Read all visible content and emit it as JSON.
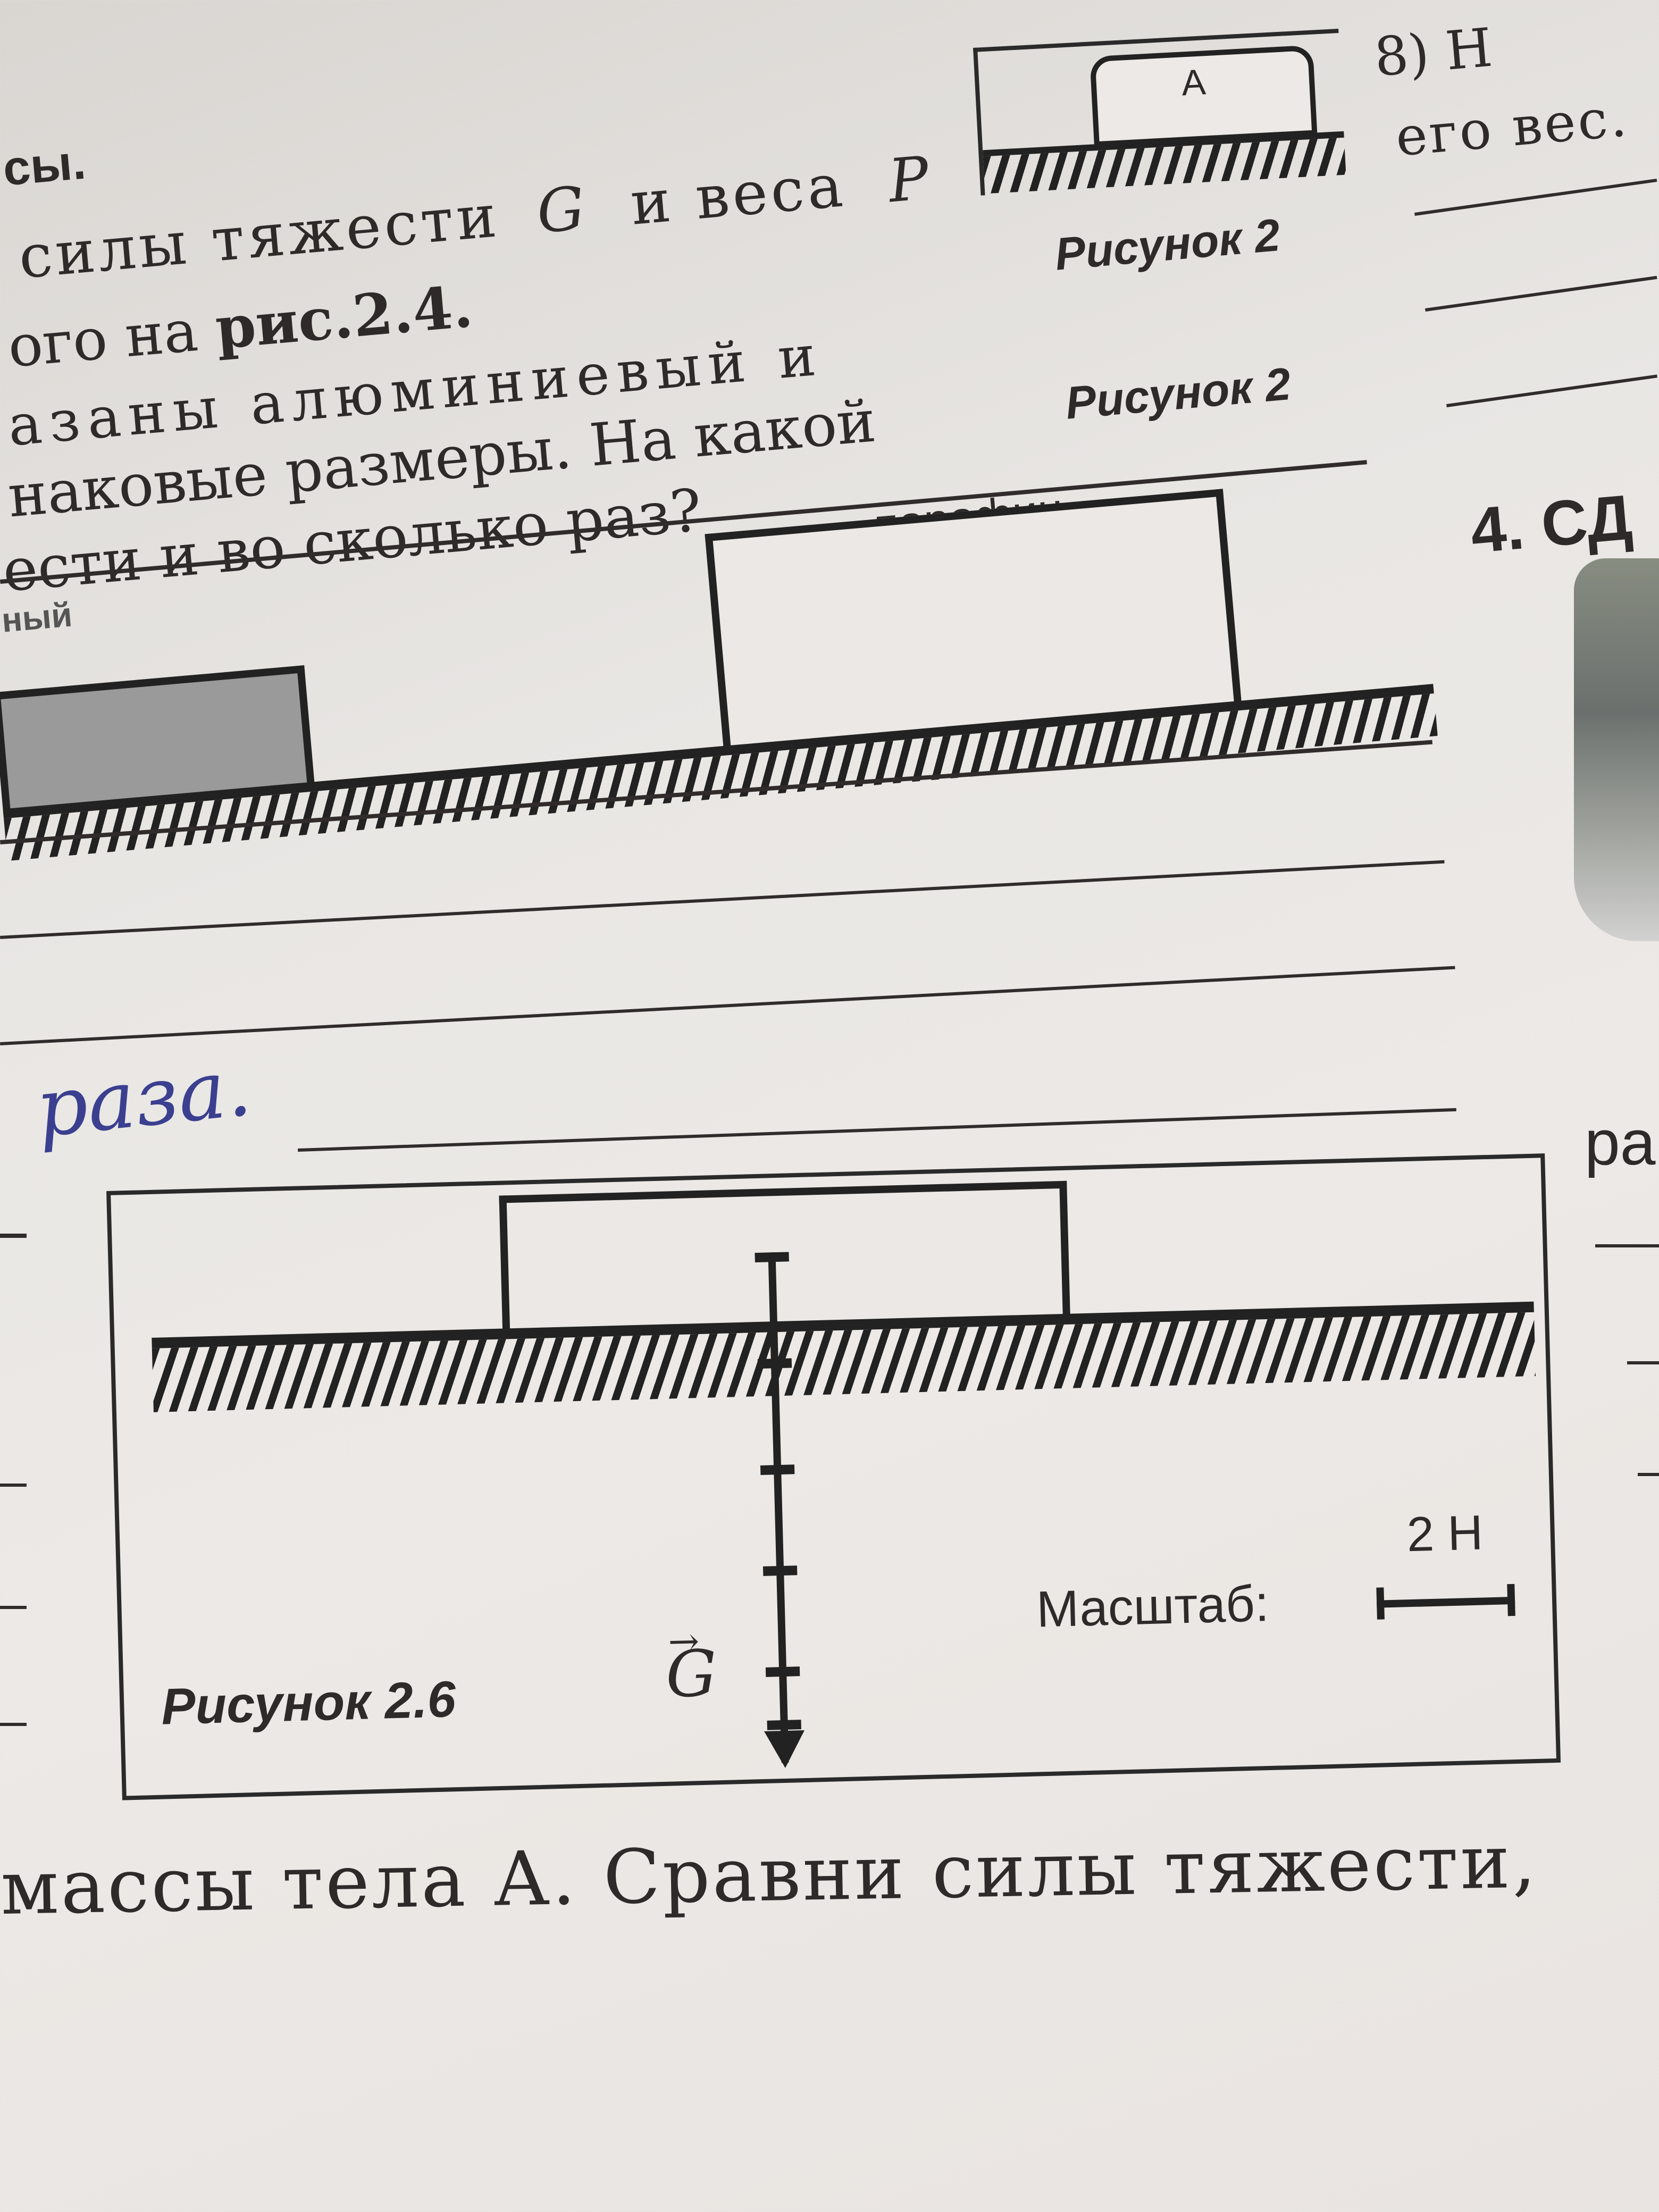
{
  "top_text": {
    "line1_left": "сы.",
    "line1_mid": "силы тяжести",
    "vec_g": "G",
    "line1_and": "и веса",
    "vec_p": "P",
    "line2": "ого на",
    "line2_bold": "рис.2.4.",
    "line3": "азаны алюминиевый и",
    "line4": "наковые размеры. На какой",
    "line5": "ести и во сколько раз?"
  },
  "right_column": {
    "item_8": "8) Н",
    "ego_ves": "его вес.",
    "section_4": "4. СД",
    "ra": "ра"
  },
  "figure_top": {
    "box_label": "А",
    "caption1": "Рисунок 2",
    "caption2": "Рисунок 2"
  },
  "figure_25": {
    "left_label": "ный",
    "right_label": "парафин"
  },
  "handwriting": "раза.",
  "figure_26": {
    "caption": "Рисунок 2.6",
    "vector_label": "G",
    "scale_label": "Масштаб:",
    "scale_value": "2 Н"
  },
  "bottom_text": "массы тела А. Сравни силы тяжести,",
  "colors": {
    "paper": "#e9e7e4",
    "ink": "#222222",
    "handwriting": "#3b3f8f",
    "gray_block": "#9a9a9a"
  }
}
